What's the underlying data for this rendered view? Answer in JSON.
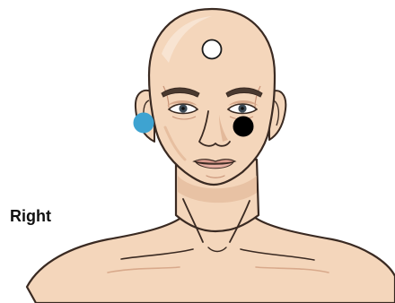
{
  "side_label": "Right",
  "electrodes": [
    {
      "name": "forehead-electrode",
      "color": "#ffffff",
      "outline": "#1a1a1a"
    },
    {
      "name": "ear-electrode",
      "color": "#3ea3d1",
      "outline": "#3ea3d1"
    },
    {
      "name": "cheek-electrode",
      "color": "#000000",
      "outline": "#000000"
    }
  ],
  "colors": {
    "skin": "#f4d6bb",
    "skin_shadow": "#e3b99a",
    "outline": "#3a2a22",
    "lips": "#dc9c8f",
    "eyes": "#3d4a55"
  }
}
